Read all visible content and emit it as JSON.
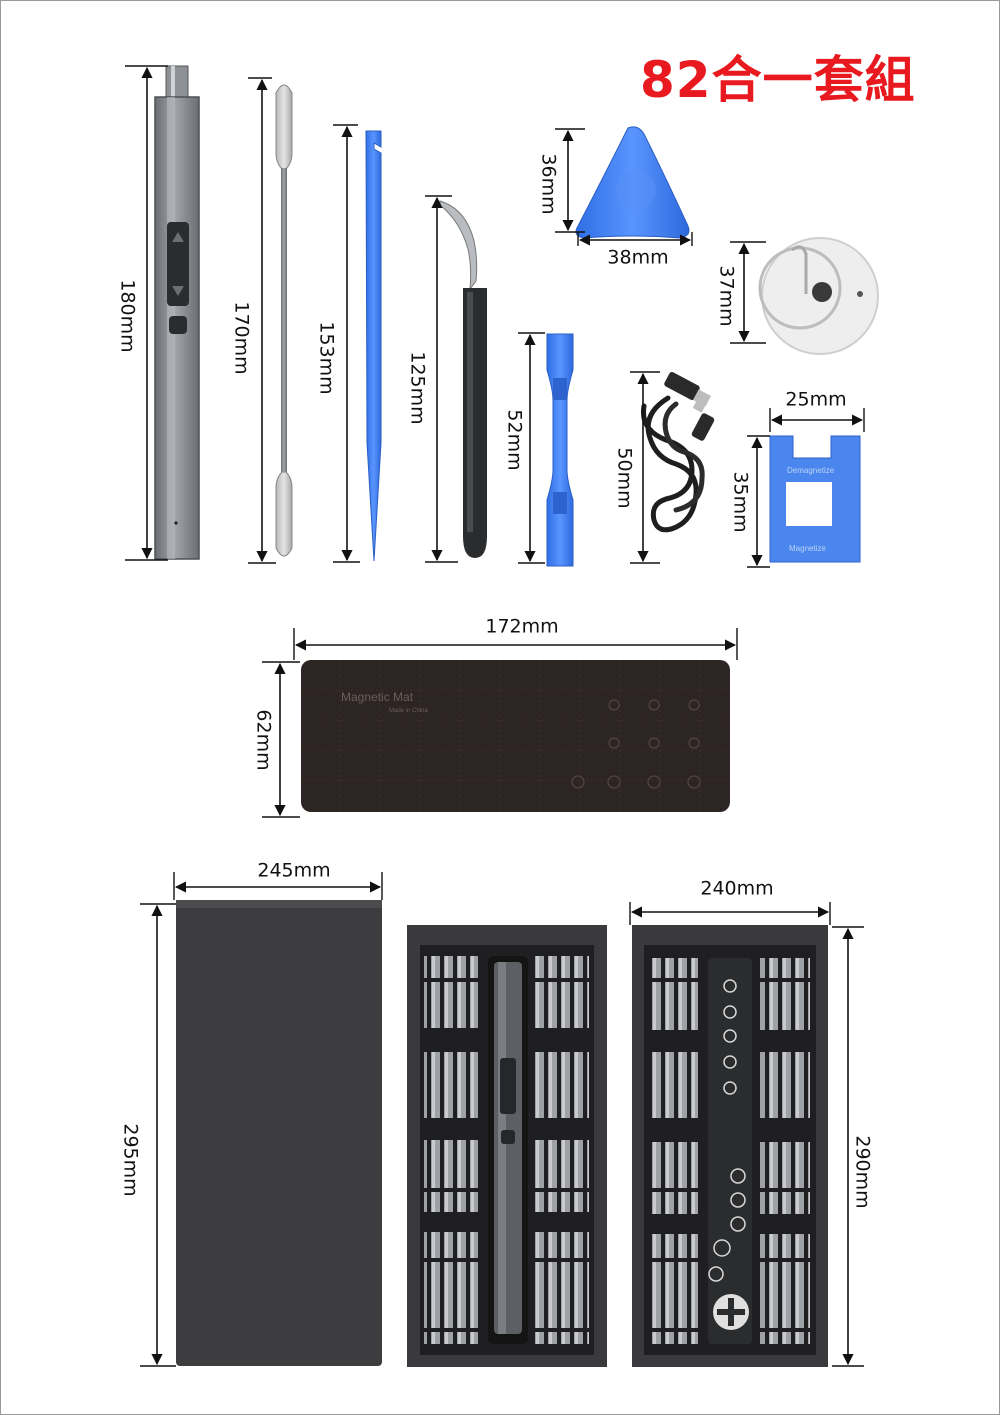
{
  "title": "82合一套組",
  "dimensions": {
    "screwdriver_length": "180mm",
    "spudger_length": "170mm",
    "pry_stick_length": "153mm",
    "tweezers_length": "125mm",
    "opener_length": "52mm",
    "pick_height": "36mm",
    "pick_width": "38mm",
    "suction_cup": "37mm",
    "cable_length": "50mm",
    "magnetizer_width": "25mm",
    "magnetizer_height": "35mm",
    "mat_width": "172mm",
    "mat_height": "62mm",
    "case_width": "245mm",
    "case_height": "295mm",
    "tray_width": "240mm",
    "tray_height": "290mm"
  },
  "mat": {
    "label": "Magnetic Mat",
    "sub": "Made in China"
  },
  "magnetizer": {
    "top": "Demagnetize",
    "bottom": "Magnetize"
  },
  "colors": {
    "title": "#e8191f",
    "blue_tool": "#3b82f6",
    "case": "#3d3d3f",
    "mat": "#2c2523"
  }
}
